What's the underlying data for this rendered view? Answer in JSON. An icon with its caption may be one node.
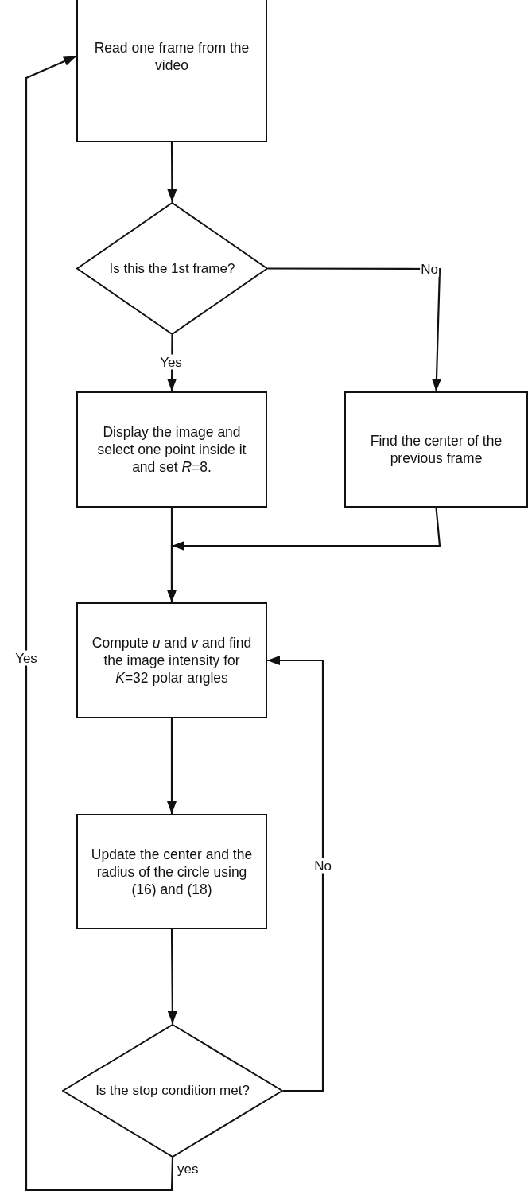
{
  "diagram": {
    "nodes": [
      {
        "text": [
          "Read one frame from the video"
        ]
      },
      {
        "text": [
          "Is this the 1st frame?"
        ]
      },
      {
        "text": [
          "Display the image and select one point inside it and set *R*=8."
        ]
      },
      {
        "text": [
          "Find the center of the previous frame"
        ]
      },
      {
        "text": [
          "Compute *u* and *v* and find the image intensity for *K*=32 polar angles"
        ]
      },
      {
        "text": [
          "Update the center and the radius of the circle using (16) and (18)"
        ]
      },
      {
        "text": [
          "Is the stop condition met?"
        ]
      }
    ],
    "edges": [
      {
        "from": 0,
        "to": 1,
        "arrow": "to"
      },
      {
        "from": 1,
        "to": 2,
        "arrow": "to",
        "label": "Yes"
      },
      {
        "from": 1,
        "to": 3,
        "arrow": "to",
        "label": "No"
      },
      {
        "from": 2,
        "to": 4,
        "arrow": "to"
      },
      {
        "from": 3,
        "to": 4,
        "arrow": "to"
      },
      {
        "from": 4,
        "to": 5,
        "arrow": "to"
      },
      {
        "from": 5,
        "to": 6,
        "arrow": "to"
      },
      {
        "from": 6,
        "to": 4,
        "arrow": "to",
        "label": "No"
      },
      {
        "from": 6,
        "to": 0,
        "arrow": "to",
        "label": "Yes"
      }
    ],
    "labels": [
      "yes"
    ]
  }
}
